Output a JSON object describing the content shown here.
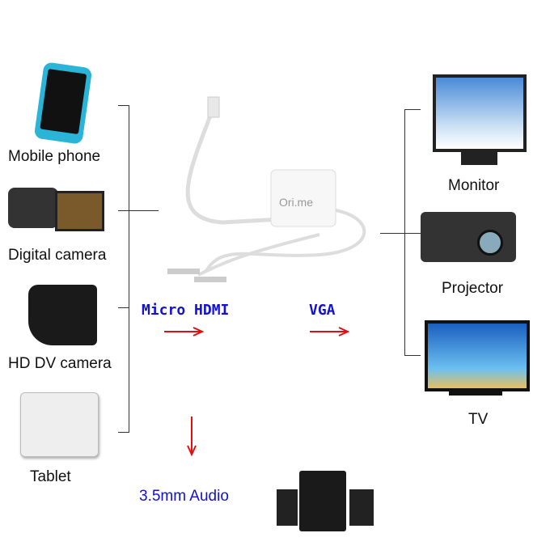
{
  "sources": [
    {
      "label": "Mobile phone"
    },
    {
      "label": "Digital camera"
    },
    {
      "label": "HD DV camera"
    },
    {
      "label": "Tablet"
    }
  ],
  "outputs": [
    {
      "label": "Monitor"
    },
    {
      "label": "Projector"
    },
    {
      "label": "TV"
    }
  ],
  "connections": {
    "input": "Micro HDMI",
    "output": "VGA",
    "audio": "3.5mm Audio"
  },
  "product_brand": "Ori.me",
  "colors": {
    "label_blue": "#1212d0",
    "arrow_red": "#e01010"
  }
}
